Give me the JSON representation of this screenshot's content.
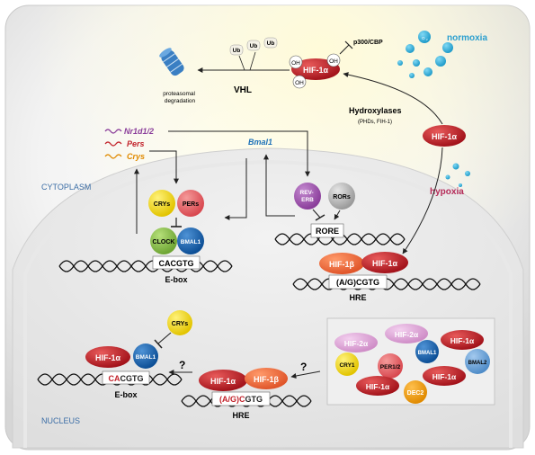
{
  "compartments": {
    "cytoplasm": "CYTOPLASM",
    "nucleus": "NUCLEUS"
  },
  "oxygen": {
    "normoxia": "normoxia",
    "hypoxia": "hypoxia",
    "o2": "O2"
  },
  "degradation": {
    "ub": "Ub",
    "vhl": "VHL",
    "proteasome": "proteasomal degradation",
    "p300": "p300/CBP",
    "oh": "OH",
    "hif": "HIF-1α",
    "hydroxylases": "Hydroxylases",
    "hydroxylases_sub": "(PHDs, FIH-1)"
  },
  "clock_genes": {
    "nr1d": "Nr1d1/2",
    "pers": "Pers",
    "crys": "Crys",
    "bmal1": "Bmal1"
  },
  "proteins": {
    "crys": "CRYs",
    "pers": "PERs",
    "clock": "CLOCK",
    "bmal1": "BMAL1",
    "reverb": "REV-ERB",
    "rors": "RORs",
    "hif1a": "HIF-1α",
    "hif1b": "HIF-1β",
    "hif2a": "HIF-2α",
    "bmal2": "BMAL2",
    "cry1": "CRY1",
    "per12": "PER1/2",
    "dec2": "DEC2"
  },
  "elements": {
    "cacgtg": "CACGTG",
    "ebox": "E-box",
    "rore": "RORE",
    "hre_seq": "(A/G)CGTG",
    "hre": "HRE",
    "cacgtg_red": "CACGTG",
    "hre_seq_red": "(A/G)CGTG"
  },
  "question": "?"
}
